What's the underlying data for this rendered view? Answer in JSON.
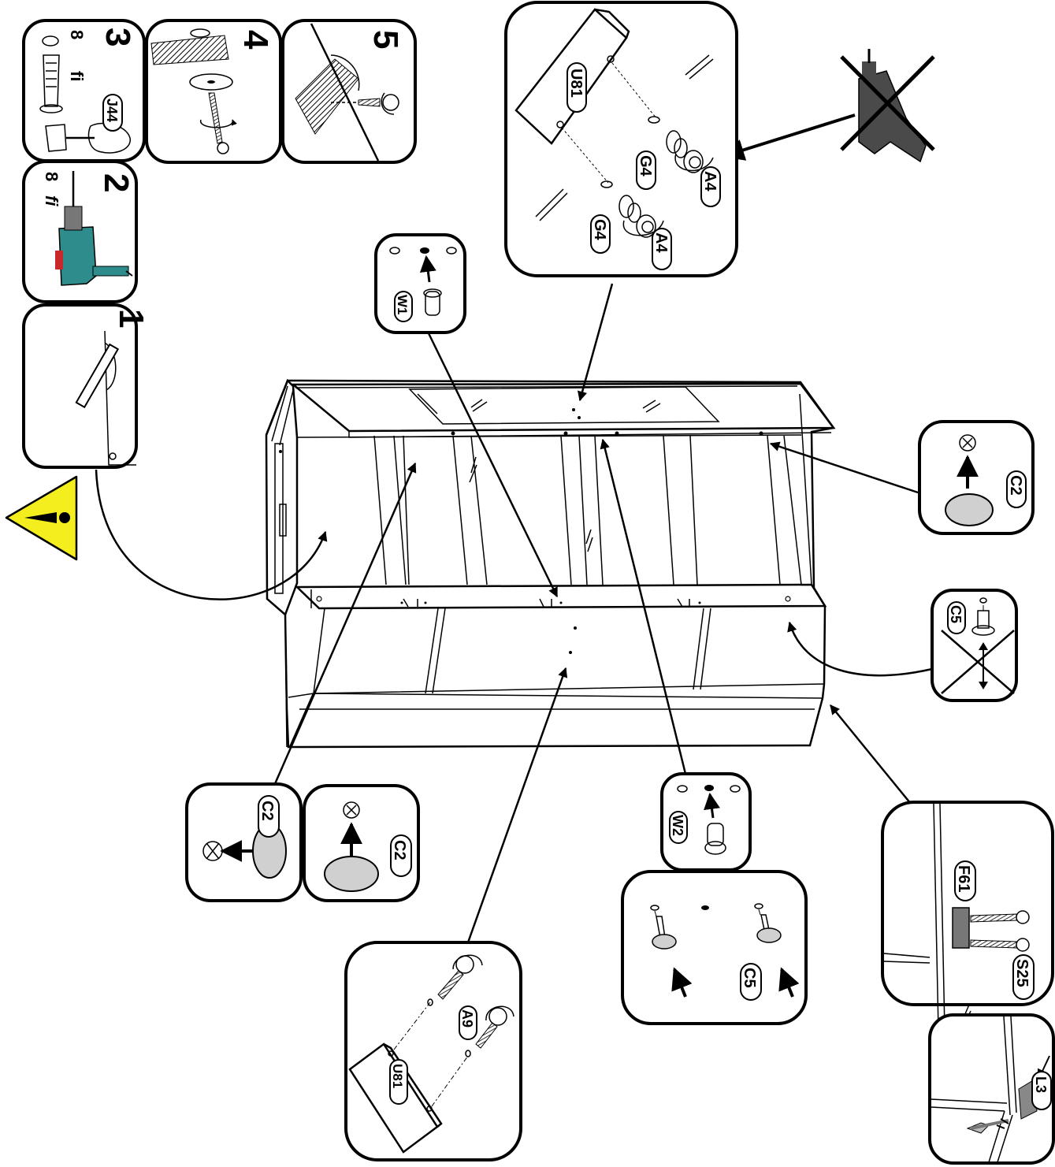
{
  "steps": {
    "s1": "1",
    "s2": "2",
    "s3": "3",
    "s4": "4",
    "s5": "5"
  },
  "drill_size": {
    "fi": "fi",
    "eight": "8"
  },
  "parts": {
    "j44": "J44",
    "u81": "U81",
    "g4": "G4",
    "a4": "A4",
    "w1": "W1",
    "w2": "W2",
    "c2": "C2",
    "c5": "C5",
    "a9": "A9",
    "f61": "F61",
    "s25": "S25",
    "l3": "L3"
  },
  "colors": {
    "warning_yellow": "#f4ee1e",
    "drill_teal": "#2e8c8c",
    "drill_red": "#c8282a",
    "no_drill_fill": "#4a4a4a",
    "cap_gray": "#d0d0d0"
  },
  "icons": [
    "warning-icon",
    "drill-icon",
    "hammer-icon",
    "screw-icon",
    "no-power-drill-icon",
    "arrow-icon"
  ]
}
